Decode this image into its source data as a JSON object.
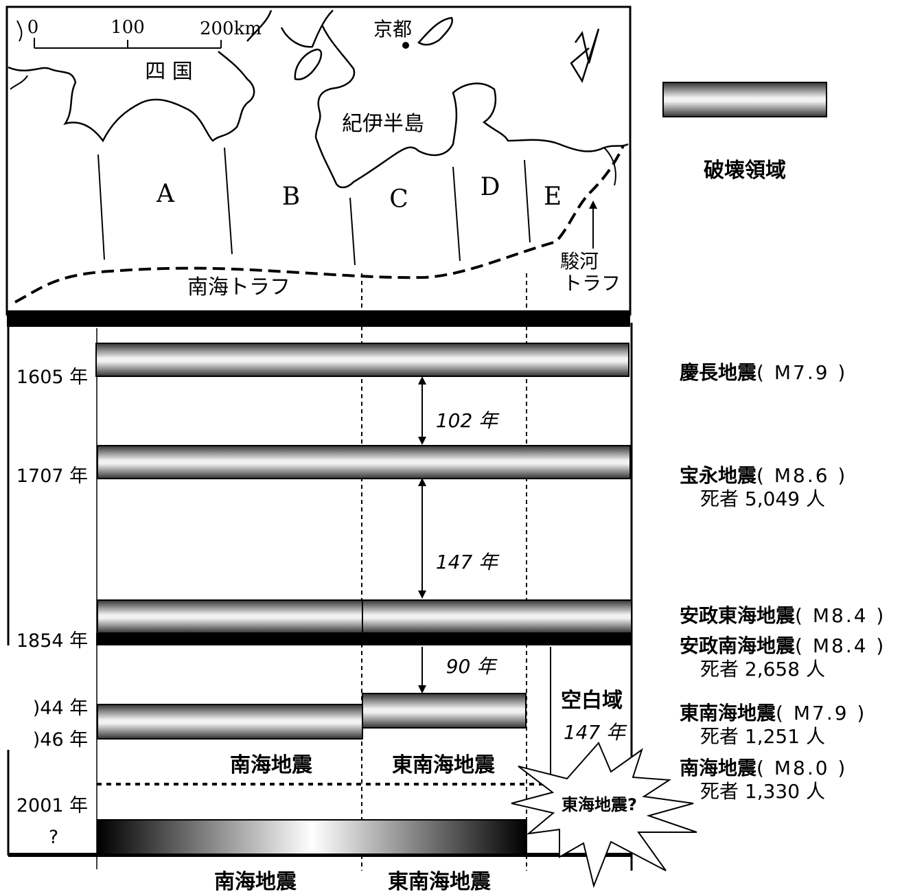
{
  "map": {
    "scale_labels": [
      "0",
      "100",
      "200km"
    ],
    "place_labels": {
      "kyoto": "京都",
      "shikoku": "四 国",
      "kii": "紀伊半島",
      "nankai_trough": "南海トラフ",
      "suruga_1": "駿河",
      "suruga_2": "トラフ"
    },
    "segments": [
      "A",
      "B",
      "C",
      "D",
      "E"
    ]
  },
  "legend": {
    "label": "破壊領域"
  },
  "timeline": {
    "years": {
      "y1605": "1605 年",
      "y1707": "1707 年",
      "y1854": "1854 年",
      "y1944": ")44 年",
      "y1946": ")46 年",
      "y2001": "2001 年",
      "unknown": "?"
    },
    "intervals": {
      "i1": "102 年",
      "i2": "147 年",
      "i3": "90 年"
    },
    "blank": {
      "label": "空白域",
      "years": "147 年"
    },
    "region_labels": {
      "nankai": "南海地震",
      "tonankai": "東南海地震"
    },
    "bottom_labels": {
      "nankai": "南海地震",
      "tonankai": "東南海地震"
    },
    "future": {
      "label": "東海地震?"
    }
  },
  "earthquakes": {
    "keicho": {
      "name": "慶長地震",
      "mag": "( M7.9 )"
    },
    "hoei": {
      "name": "宝永地震",
      "mag": "( M8.6 )",
      "deaths": "死者 5,049 人"
    },
    "ansei_tokai": {
      "name": "安政東海地震",
      "mag": "( M8.4 )"
    },
    "ansei_nankai": {
      "name": "安政南海地震",
      "mag": "( M8.4 )",
      "deaths": "死者 2,658 人"
    },
    "tonankai": {
      "name": "東南海地震",
      "mag": "( M7.9 )",
      "deaths": "死者 1,251 人"
    },
    "nankai": {
      "name": "南海地震",
      "mag": "( M8.0 )",
      "deaths": "死者 1,330 人"
    }
  }
}
